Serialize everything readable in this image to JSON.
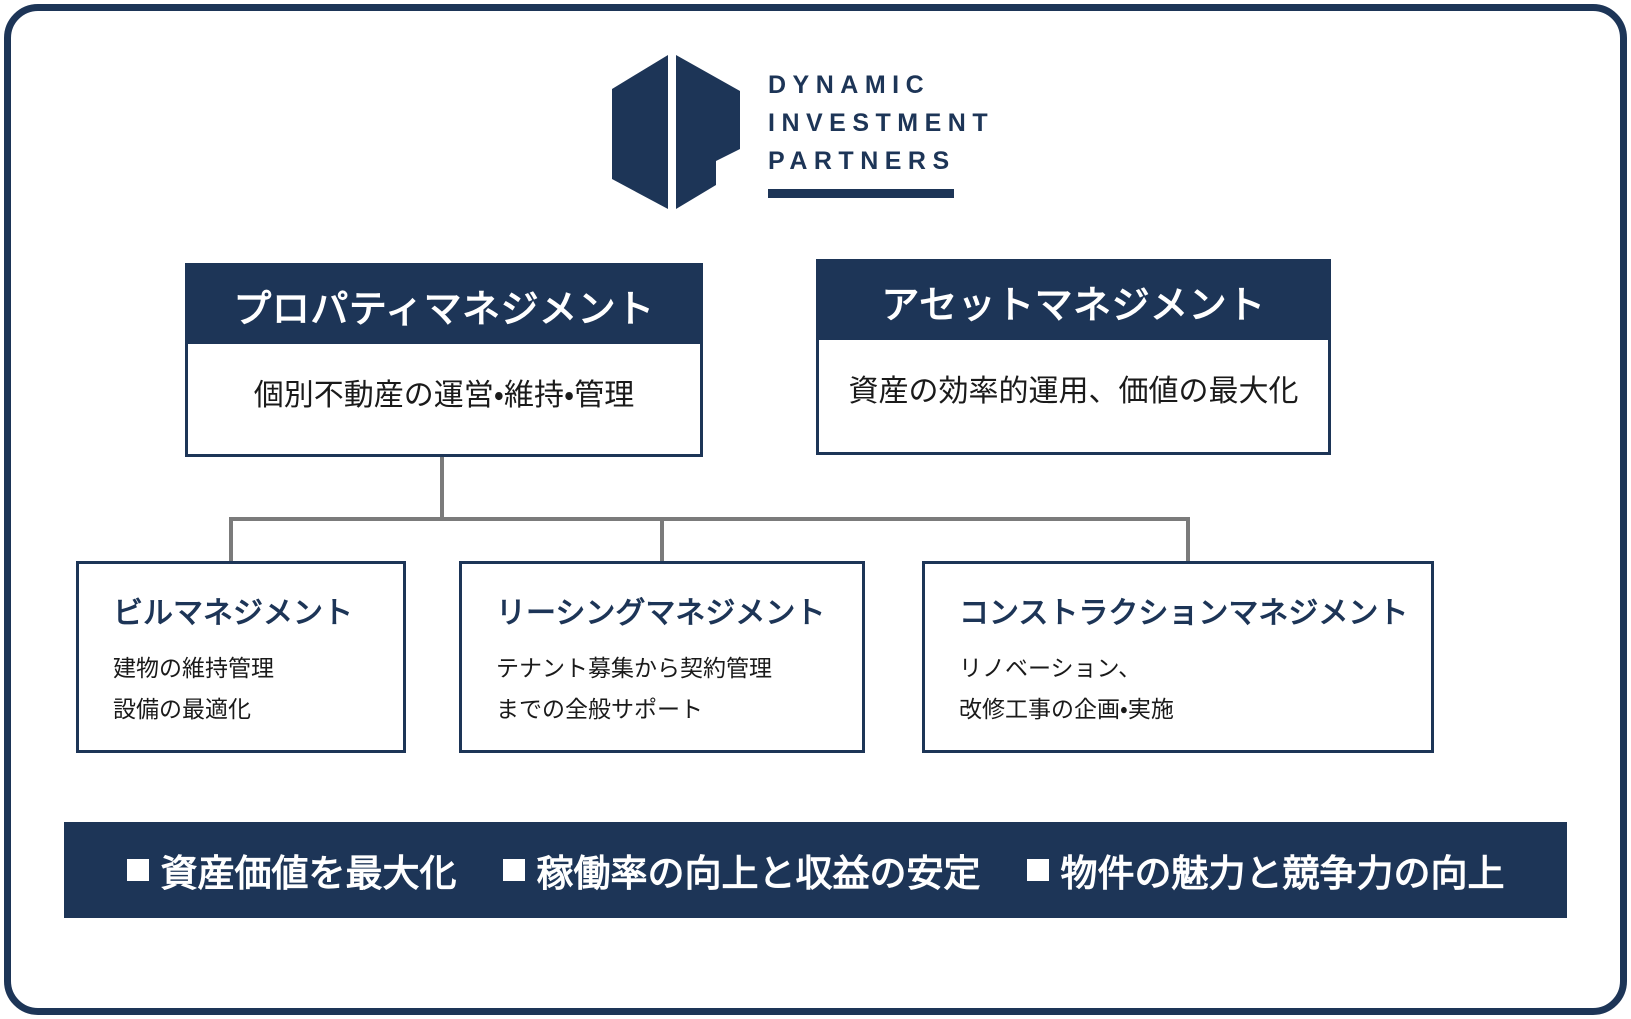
{
  "brand": {
    "mark_icon": "hexagon-split-logo-icon",
    "lines": [
      "DYNAMIC",
      "INVESTMENT",
      "PARTNERS"
    ],
    "accent_color": "#1d3557"
  },
  "diagram": {
    "top_nodes": [
      {
        "id": "property-management",
        "title": "プロパティマネジメント",
        "description": "個別不動産の運営・維持・管理"
      },
      {
        "id": "asset-management",
        "title": "アセットマネジメント",
        "description": "資産の効率的運用、価値の最大化"
      }
    ],
    "child_nodes": [
      {
        "id": "building-management",
        "title": "ビルマネジメント",
        "lines": [
          "建物の維持管理",
          "設備の最適化"
        ]
      },
      {
        "id": "leasing-management",
        "title": "リーシングマネジメント",
        "lines": [
          "テナント募集から契約管理",
          "までの全般サポート"
        ]
      },
      {
        "id": "construction-management",
        "title": "コンストラクションマネジメント",
        "lines": [
          "リノベーション、",
          "改修工事の企画・実施"
        ]
      }
    ],
    "connector_color": "#7b7b7b"
  },
  "banner": {
    "background_color": "#1d3557",
    "items": [
      "資産価値を最大化",
      "稼働率の向上と収益の安定",
      "物件の魅力と競争力の向上"
    ]
  }
}
